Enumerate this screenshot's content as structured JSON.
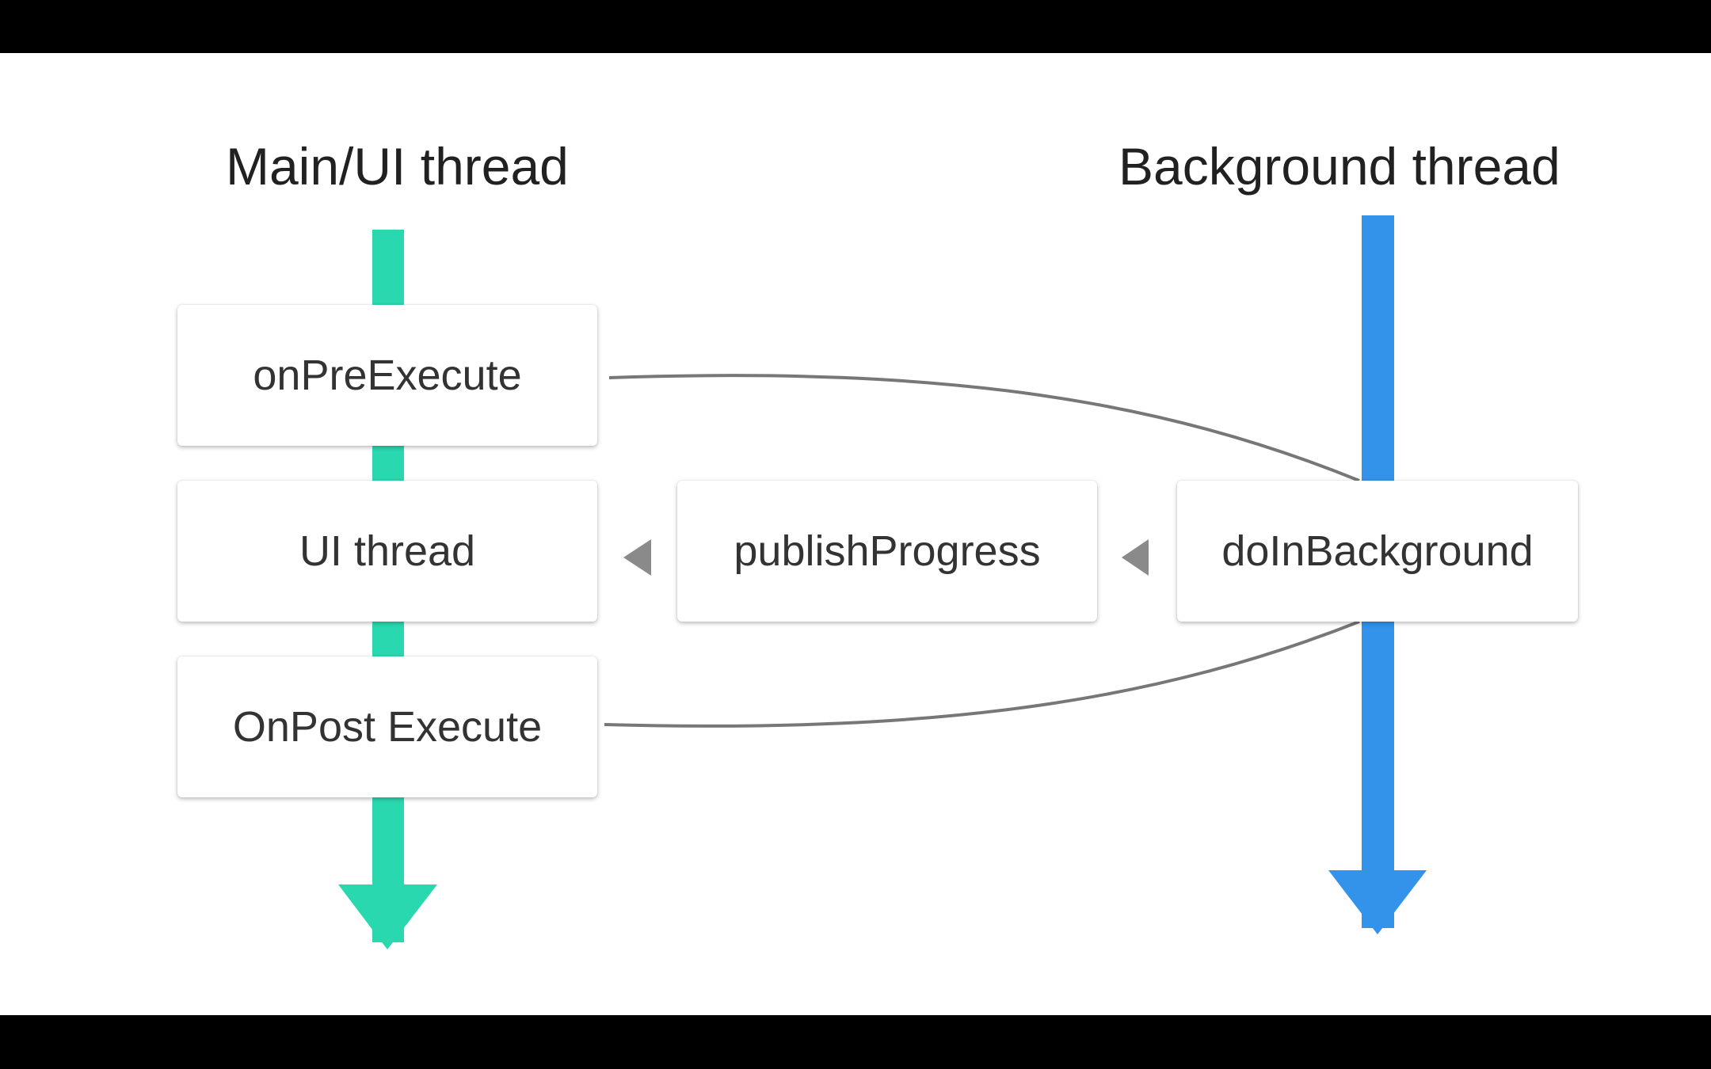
{
  "titles": {
    "main_thread": "Main/UI thread",
    "background_thread": "Background thread"
  },
  "boxes": {
    "on_pre_execute": "onPreExecute",
    "ui_thread": "UI thread",
    "on_post_execute": "OnPost Execute",
    "publish_progress": "publishProgress",
    "do_in_background": "doInBackground"
  },
  "colors": {
    "main_thread": "#2ad8b0",
    "background_thread": "#3392ea",
    "connector": "#777777",
    "arrowhead": "#8a8a8a"
  }
}
